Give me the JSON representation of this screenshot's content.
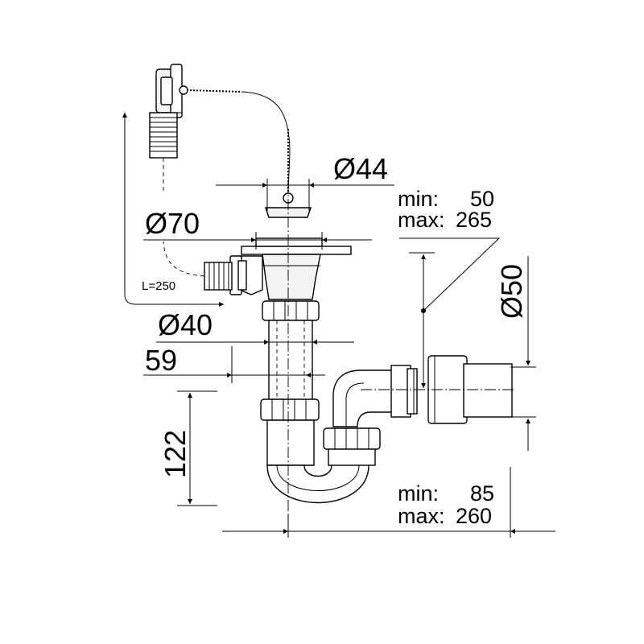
{
  "dimensions": {
    "d44": "Ø44",
    "d70": "Ø70",
    "d40": "Ø40",
    "d50": "Ø50",
    "h59": "59",
    "h122": "122",
    "hose_length": "L=250",
    "range_top": {
      "min_label": "min:",
      "min_value": "50",
      "max_label": "max:",
      "max_value": "265"
    },
    "range_bottom": {
      "min_label": "min:",
      "min_value": "85",
      "max_label": "max:",
      "max_value": "260"
    }
  },
  "colors": {
    "line": "#000000",
    "background": "#ffffff"
  }
}
